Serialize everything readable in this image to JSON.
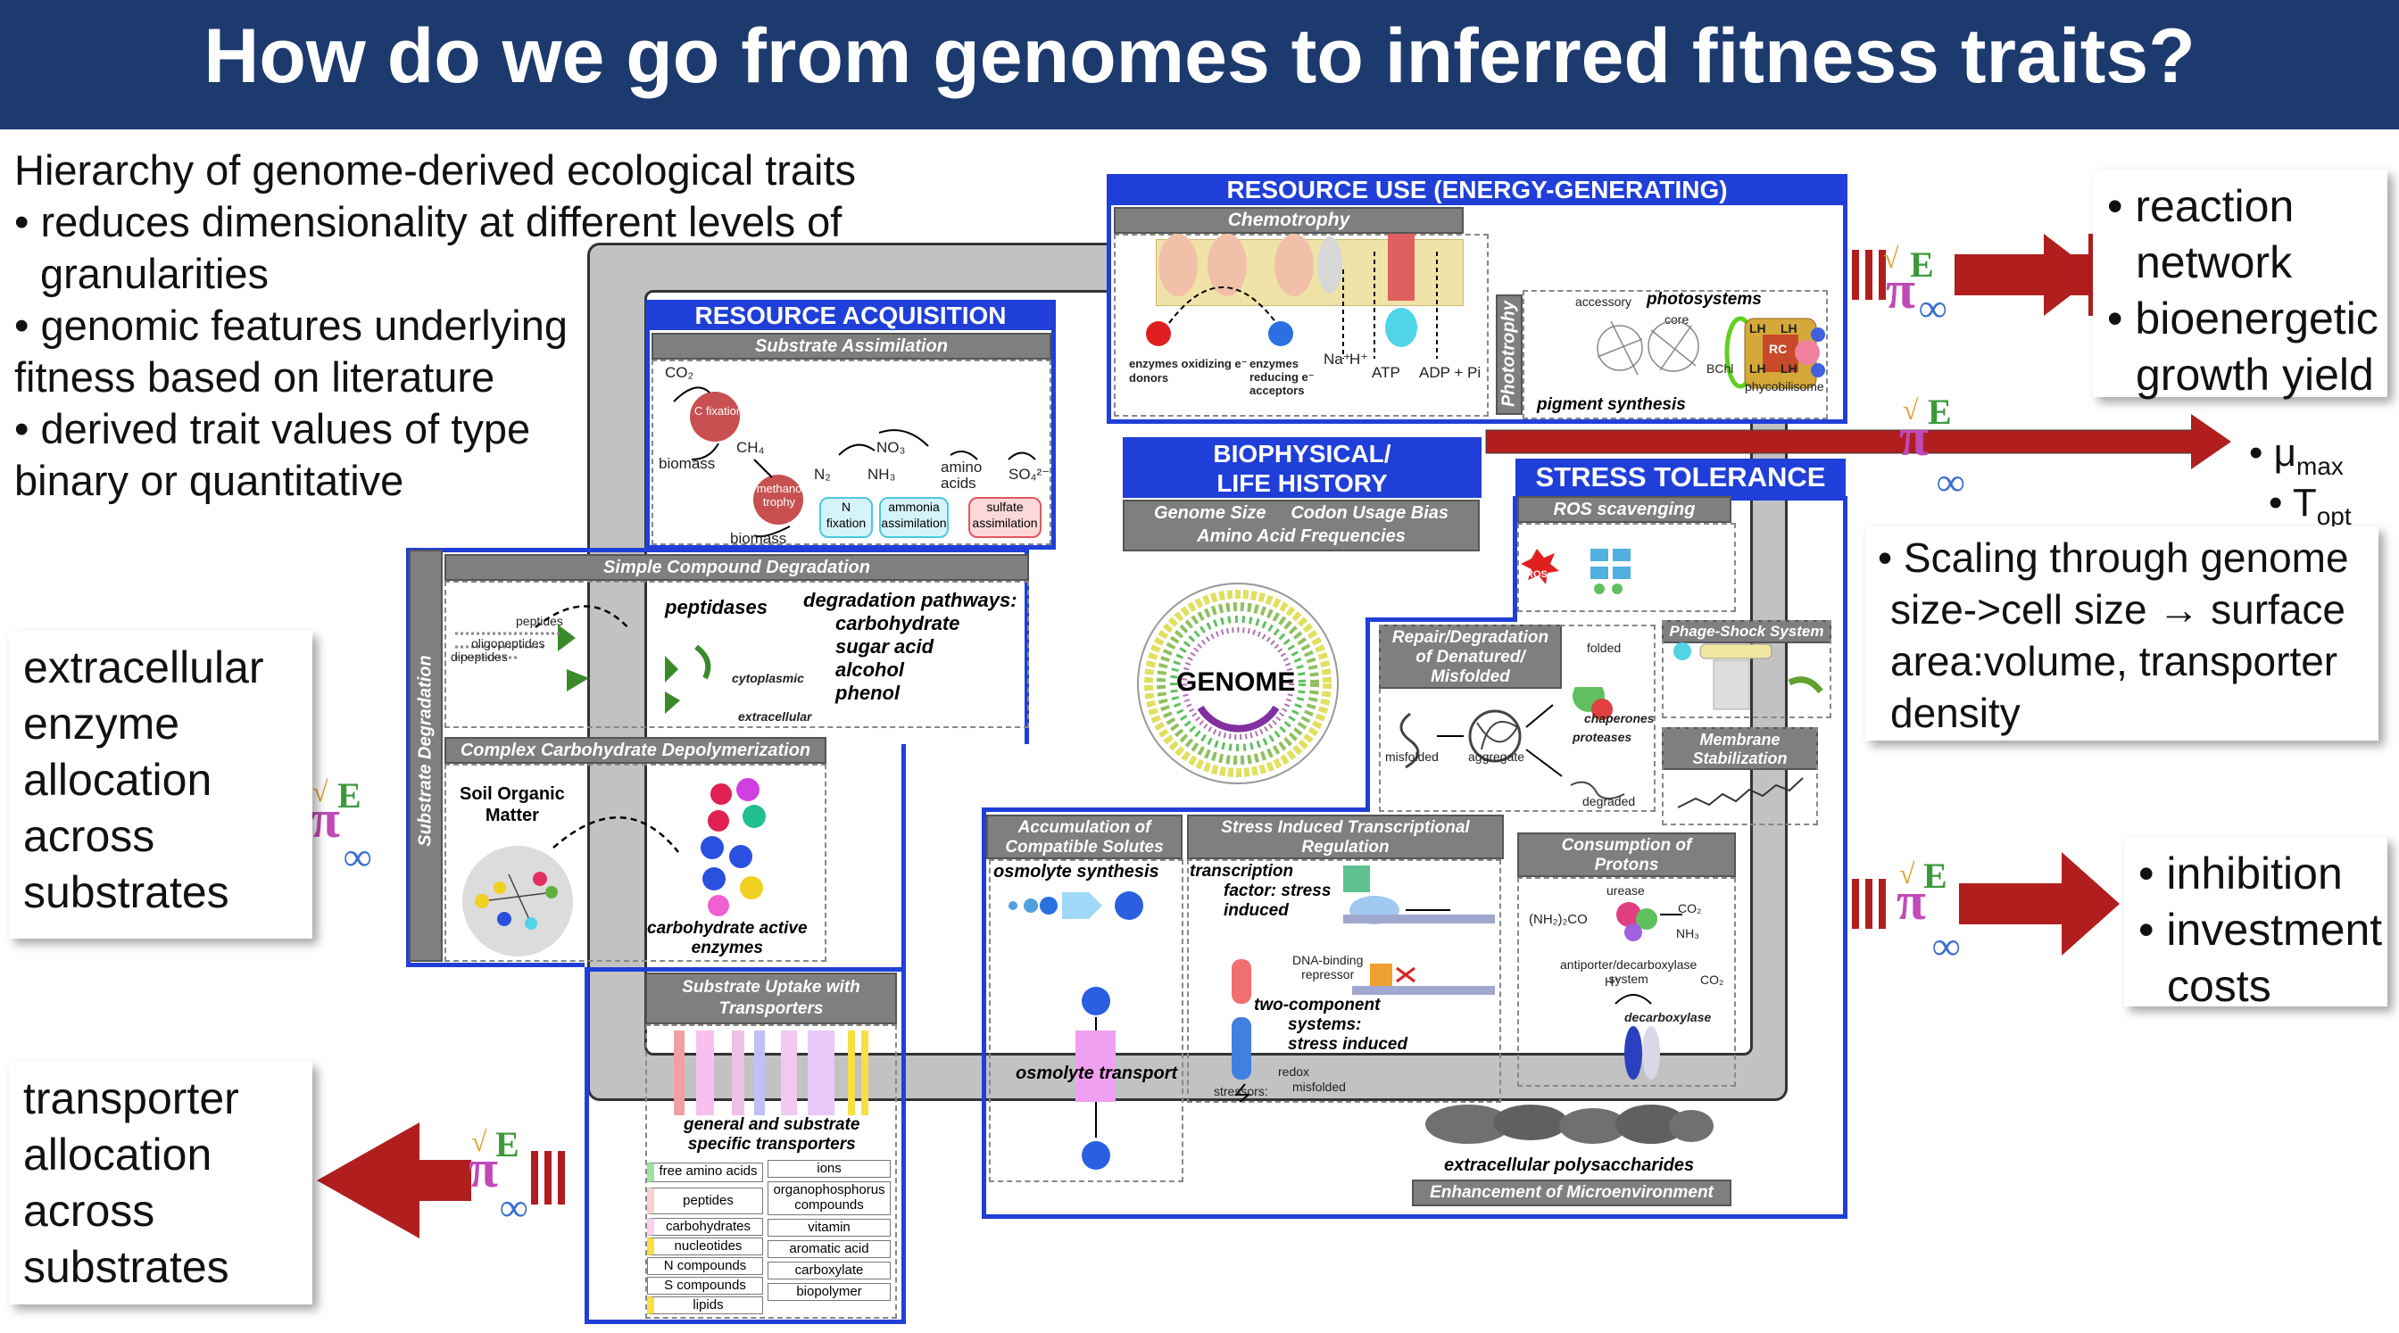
{
  "title": "How do we go from genomes to inferred fitness traits?",
  "intro": {
    "lines": [
      "Hierarchy of genome-derived ecological traits",
      "• reduces dimensionality at different levels of",
      "granularities",
      "• genomic features underlying",
      "fitness based on literature",
      "• derived trait values of type",
      "binary or quantitative"
    ]
  },
  "outputs": {
    "reaction": [
      "• reaction",
      "network",
      "• bioenergetic",
      "growth yield"
    ],
    "growth": {
      "mu": "μ",
      "mu_sub": "max",
      "t": "T",
      "t_sub": "opt",
      "bullet": "•"
    },
    "scaling": [
      "• Scaling through genome",
      "size->cell size",
      "surface",
      "area:volume, transporter",
      "density"
    ],
    "inhibition": [
      "• inhibition",
      "• investment",
      "costs"
    ],
    "enzyme": [
      "extracellular",
      "enzyme",
      "allocation",
      "across",
      "substrates"
    ],
    "transporter": [
      "transporter",
      "allocation",
      "across",
      "substrates"
    ]
  },
  "resource_use": {
    "header": "RESOURCE USE (ENERGY-GENERATING)",
    "chemotrophy": "Chemotrophy",
    "donors": "enzymes oxidizing e⁻ donors",
    "acceptors": [
      "enzymes",
      "reducing e⁻",
      "acceptors"
    ],
    "na": "Na⁺",
    "h": "H⁺",
    "atp": "ATP",
    "adp": "ADP + Pi",
    "phototrophy": "Phototrophy",
    "accessory": "accessory",
    "photosystems": "photosystems",
    "core": "core",
    "lh": "LH",
    "rc": "RC",
    "bchl": "BChl",
    "phycobilisome": "phycobilisome",
    "pigment": "pigment synthesis"
  },
  "acquisition": {
    "header": "RESOURCE ACQUISITION",
    "substrate": "Substrate Assimilation",
    "co2": "CO₂",
    "cfix": "C fixation",
    "biomass1": "biomass",
    "ch4": "CH₄",
    "methano": "methano trophy",
    "biomass2": "biomass",
    "n2": "N₂",
    "nh3": "NH₃",
    "no3": "NO₃",
    "amino": "amino acids",
    "so4": "SO₄²⁻",
    "nfix": "N fixation",
    "ammonia": "ammonia assimilation",
    "sulfate": "sulfate assimilation"
  },
  "degradation": {
    "side": "Substrate Degradation",
    "simple": "Simple Compound Degradation",
    "peptides": "peptides",
    "oligopeptides": "oligopeptides",
    "dipeptides": "dipeptides",
    "peptidases": "peptidases",
    "cytoplasmic": "cytoplasmic",
    "extracellular": "extracellular",
    "pathways": "degradation pathways:",
    "pathway_list": [
      "carbohydrate",
      "sugar acid",
      "alcohol",
      "phenol"
    ],
    "complex": "Complex Carbohydrate Depolymerization",
    "som": [
      "Soil Organic",
      "Matter"
    ],
    "cazy": [
      "carbohydrate active",
      "enzymes"
    ]
  },
  "uptake": {
    "header": [
      "Substrate Uptake with",
      "Transporters"
    ],
    "label": [
      "general and substrate",
      "specific transporters"
    ],
    "left": [
      "free amino acids",
      "peptides",
      "carbohydrates",
      "nucleotides",
      "N compounds",
      "S compounds",
      "lipids"
    ],
    "right": [
      "ions",
      "organophosphorus compounds",
      "vitamin",
      "aromatic acid",
      "carboxylate",
      "biopolymer"
    ]
  },
  "biophysical": {
    "header": [
      "BIOPHYSICAL/",
      "LIFE HISTORY"
    ],
    "items": [
      "Genome Size",
      "Codon Usage Bias",
      "Amino Acid Frequencies"
    ],
    "genome": "GENOME"
  },
  "stress": {
    "header": "STRESS TOLERANCE",
    "ros": "ROS scavenging",
    "ros_label": "ROS",
    "repair": [
      "Repair/Degradation",
      "of Denatured/",
      "Misfolded"
    ],
    "folded": "folded",
    "chaperones": "chaperones",
    "proteases": "proteases",
    "misfolded": "misfolded",
    "aggregate": "aggregate",
    "degraded": "degraded",
    "phage": "Phage-Shock System",
    "membrane": [
      "Membrane",
      "Stabilization"
    ],
    "osmolyte_hdr": [
      "Accumulation of",
      "Compatible Solutes"
    ],
    "osmolyte_syn": "osmolyte synthesis",
    "osmolyte_tr": "osmolyte transport",
    "regulation": [
      "Stress Induced Transcriptional",
      "Regulation"
    ],
    "tf": [
      "transcription",
      "factor: stress",
      "induced"
    ],
    "repressor": [
      "DNA-binding",
      "repressor"
    ],
    "twocomp": [
      "two-component",
      "systems:",
      "stress induced"
    ],
    "stressors": "stressors:",
    "redox": "redox",
    "misf": "misfolded",
    "protons": [
      "Consumption of",
      "Protons"
    ],
    "urease": "urease",
    "nh2co": "(NH₂)₂CO",
    "co2": "CO₂",
    "nh3": "NH₃",
    "antiporter": [
      "antiporter/decarboxylase",
      "system"
    ],
    "hplus": "H⁺",
    "decarb": "decarboxylase",
    "eps": "extracellular polysaccharides",
    "micro": "Enhancement of Microenvironment"
  },
  "colors": {
    "banner": "#1c3a6e",
    "blue": "#1f3fd8",
    "arrow": "#b01e1e",
    "gray": "#7f7f7f"
  }
}
